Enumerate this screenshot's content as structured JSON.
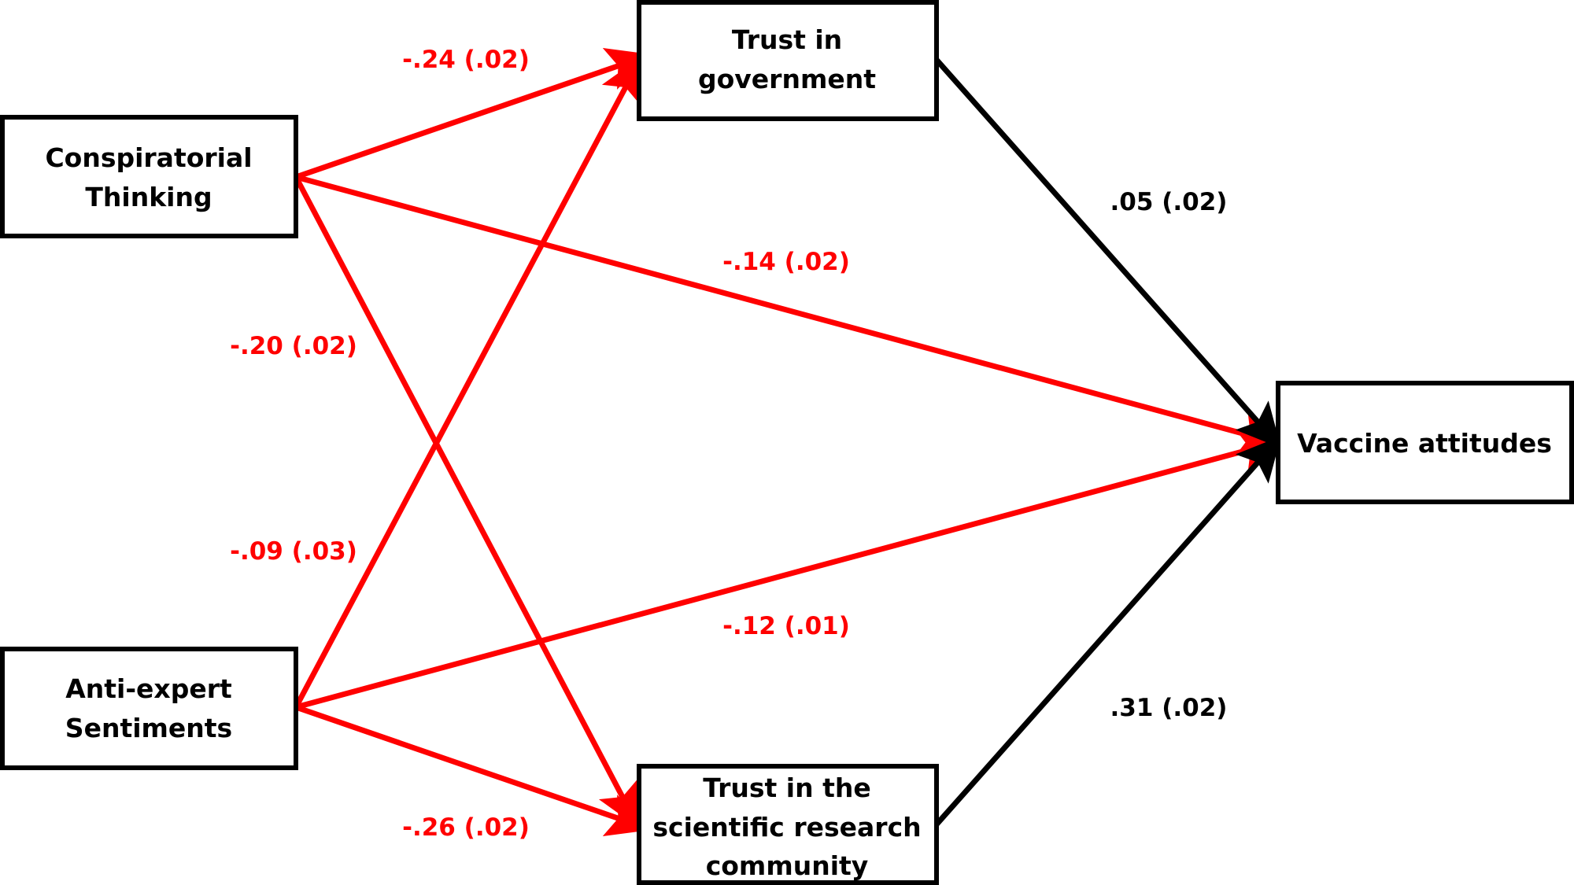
{
  "colors": {
    "negative": "#ff0000",
    "positive": "#000000",
    "box_border": "#000000"
  },
  "nodes": {
    "conspiratorial": {
      "line1": "Conspiratorial",
      "line2": "Thinking"
    },
    "antiexpert": {
      "line1": "Anti-expert",
      "line2": "Sentiments"
    },
    "trust_gov": {
      "line1": "Trust in",
      "line2": "government"
    },
    "trust_sci": {
      "line1": "Trust in the",
      "line2": "scientific research",
      "line3": "community"
    },
    "vaccine": {
      "line1": "Vaccine attitudes"
    }
  },
  "edges": [
    {
      "id": "ct-tg",
      "from": "conspiratorial",
      "to": "trust_gov",
      "coef": "-.24 (.02)",
      "sign": "negative"
    },
    {
      "id": "ct-va",
      "from": "conspiratorial",
      "to": "vaccine",
      "coef": "-.14 (.02)",
      "sign": "negative"
    },
    {
      "id": "ct-ts",
      "from": "conspiratorial",
      "to": "trust_sci",
      "coef": "-.20 (.02)",
      "sign": "negative"
    },
    {
      "id": "ae-tg",
      "from": "antiexpert",
      "to": "trust_gov",
      "coef": "-.09 (.03)",
      "sign": "negative"
    },
    {
      "id": "ae-va",
      "from": "antiexpert",
      "to": "vaccine",
      "coef": "-.12 (.01)",
      "sign": "negative"
    },
    {
      "id": "ae-ts",
      "from": "antiexpert",
      "to": "trust_sci",
      "coef": "-.26 (.02)",
      "sign": "negative"
    },
    {
      "id": "tg-va",
      "from": "trust_gov",
      "to": "vaccine",
      "coef": ".05 (.02)",
      "sign": "positive"
    },
    {
      "id": "ts-va",
      "from": "trust_sci",
      "to": "vaccine",
      "coef": ".31 (.02)",
      "sign": "positive"
    }
  ]
}
